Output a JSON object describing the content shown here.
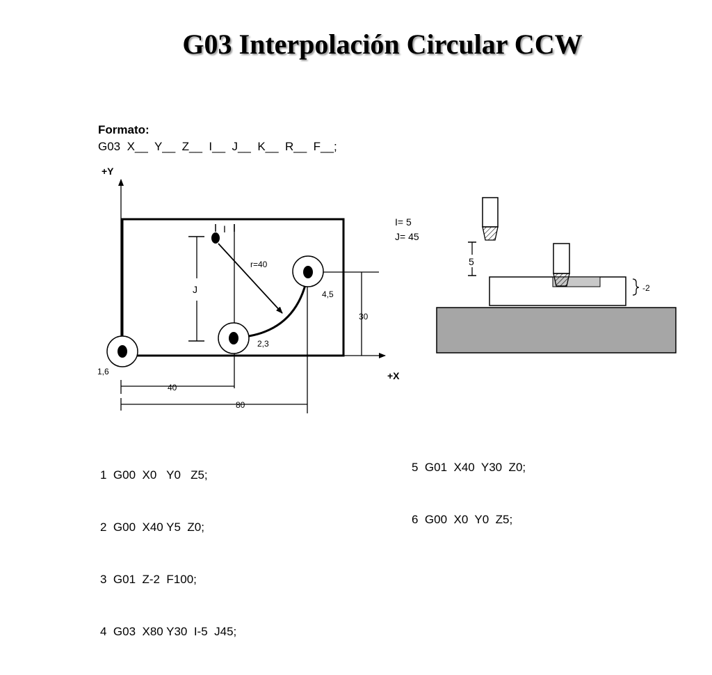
{
  "title": "G03 Interpolación Circular CCW",
  "format": {
    "label": "Formato:",
    "code": "G03  X__  Y__  Z__  I__  J__  K__  R__  F__;"
  },
  "axes": {
    "y_label": "+Y",
    "x_label": "+X"
  },
  "diagram_labels": {
    "i_marker": "I",
    "j_marker": "J",
    "radius": "r=40",
    "point_start": "1,6",
    "point_23": "2,3",
    "point_45": "4,5",
    "dim_40": "40",
    "dim_80": "80",
    "dim_30": "30",
    "i_value": "I= 5",
    "j_value": "J= 45"
  },
  "side_view": {
    "offset_label": "5",
    "depth_label": "-2"
  },
  "program_left": [
    "1  G00  X0   Y0   Z5;",
    "2  G00  X40 Y5  Z0;",
    "3  G01  Z-2  F100;",
    "4  G03  X80 Y30  I-5  J45;"
  ],
  "program_right": [
    "5  G01  X40  Y30  Z0;",
    "6  G00  X0  Y0  Z5;"
  ],
  "colors": {
    "workpiece_base": "#a6a6a6",
    "cut_region": "#c8c8c8",
    "ink": "#000000"
  }
}
